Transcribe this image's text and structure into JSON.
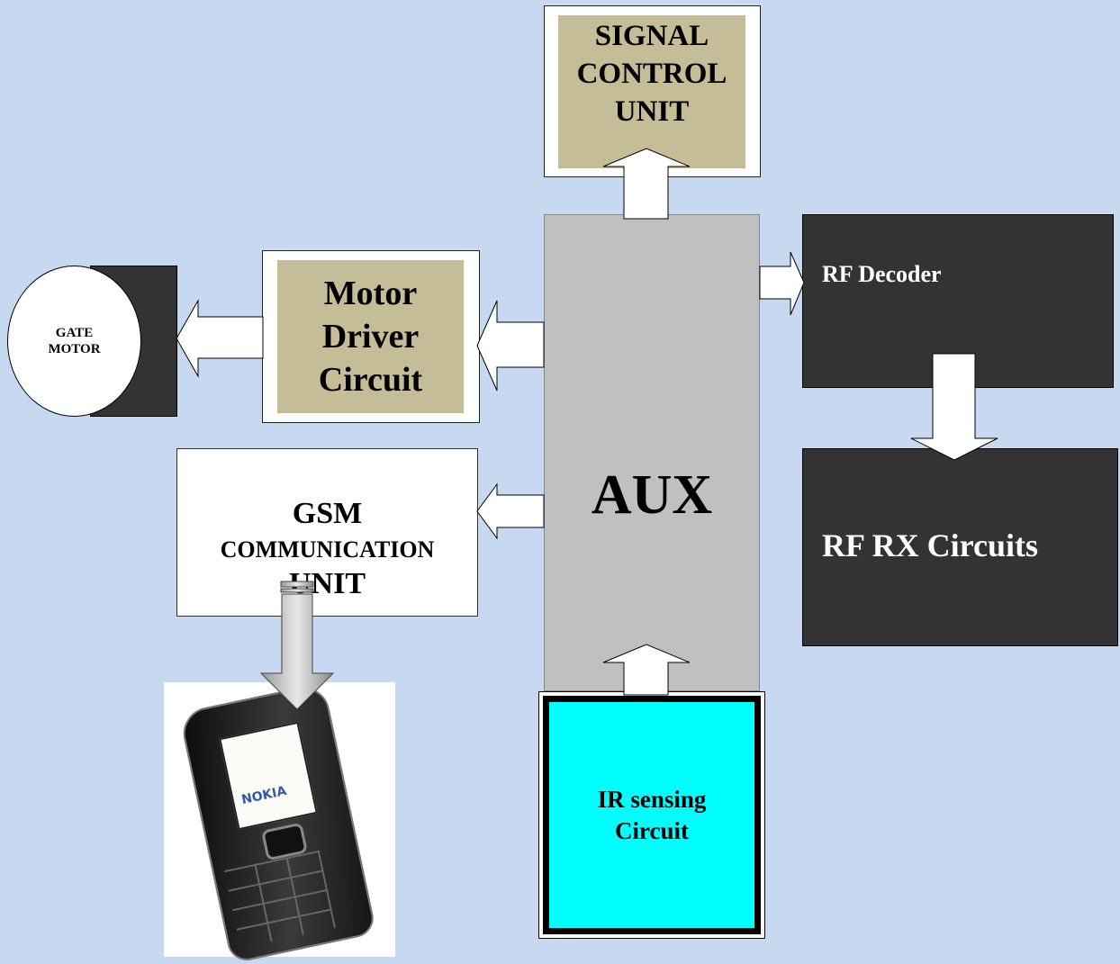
{
  "blocks": {
    "signal_control": [
      "SIGNAL",
      "CONTROL",
      "UNIT"
    ],
    "aux": "AUX",
    "motor_driver": [
      "Motor",
      "Driver",
      "Circuit"
    ],
    "gate_motor": [
      "GATE",
      "MOTOR"
    ],
    "gsm": [
      "GSM",
      "COMMUNICATION",
      "UNIT"
    ],
    "rf_decoder": "RF Decoder",
    "rf_rx": "RF RX Circuits",
    "ir_sensing": [
      "IR sensing",
      "Circuit"
    ],
    "phone_brand": "NOKIA"
  },
  "colors": {
    "background": "#c6d9f1",
    "tan": "#c4bd97",
    "aux_gray": "#c0c0c0",
    "rf_dark": "#333333",
    "ir_cyan": "#00ffff"
  }
}
